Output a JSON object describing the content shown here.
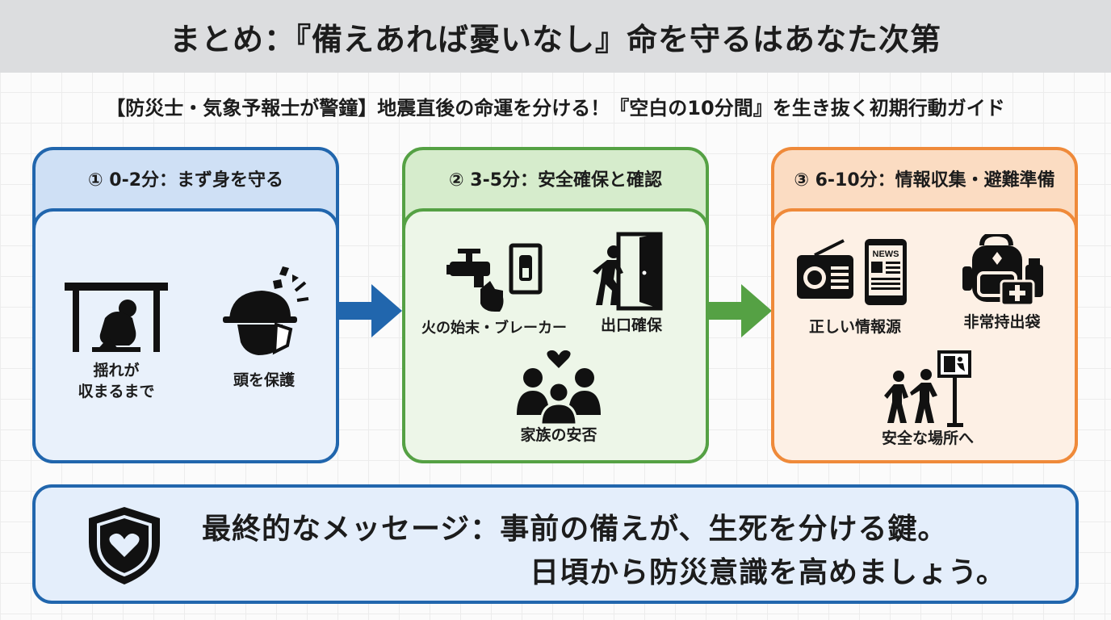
{
  "title": "まとめ：『備えあれば憂いなし』命を守るはあなた次第",
  "subtitle": "【防災士・気象予報士が警鐘】地震直後の命運を分ける！『空白の10分間』を生き抜く初期行動ガイド",
  "colors": {
    "blue": "#2166ad",
    "green": "#55a144",
    "orange": "#ef8a3a",
    "title_bg": "#dcdddf"
  },
  "phases": [
    {
      "header": "① 0-2分：まず身を守る",
      "items": [
        {
          "icon": "person-under-table-icon",
          "label_line1": "揺れが",
          "label_line2": "収まるまで"
        },
        {
          "icon": "helmet-head-icon",
          "label": "頭を保護"
        }
      ]
    },
    {
      "header": "② 3-5分：安全確保と確認",
      "items": [
        {
          "icon": "faucet-switch-icon",
          "label": "火の始末・ブレーカー"
        },
        {
          "icon": "exit-door-icon",
          "label": "出口確保"
        },
        {
          "icon": "family-heart-icon",
          "label": "家族の安否"
        }
      ]
    },
    {
      "header": "③ 6-10分：情報収集・避難準備",
      "items": [
        {
          "icon": "radio-phone-icon",
          "label": "正しい情報源",
          "phone_text": "NEWS"
        },
        {
          "icon": "emergency-backpack-icon",
          "label": "非常持出袋"
        },
        {
          "icon": "evacuation-sign-icon",
          "label": "安全な場所へ"
        }
      ]
    }
  ],
  "message": {
    "icon": "shield-heart-icon",
    "line1": "最終的なメッセージ：事前の備えが、生死を分ける鍵。",
    "line2": "日頃から防災意識を高めましょう。"
  }
}
